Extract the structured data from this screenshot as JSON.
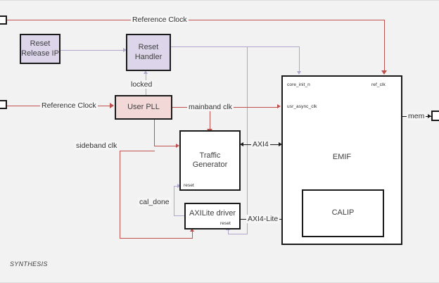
{
  "diagram": {
    "title": "SYNTHESIS",
    "footnote": "SYNTHESIS",
    "colors": {
      "canvas": "#f2f2f2",
      "clock_wire": "#c0504d",
      "reset_wire": "#b3a6cd",
      "bus_wire": "#1a1a1a",
      "block_purple": "#ddd6ea",
      "block_pink": "#f2d9d7",
      "block_white": "#ffffff",
      "block_border": "#1a1a1a"
    },
    "blocks": [
      {
        "id": "reset_release_ip",
        "label": "Reset\nRelease IP",
        "line1": "Reset",
        "line2": "Release IP",
        "fill": "purple"
      },
      {
        "id": "reset_handler",
        "label": "Reset\nHandler",
        "line1": "Reset",
        "line2": "Handler",
        "fill": "purple"
      },
      {
        "id": "user_pll",
        "label": "User PLL",
        "line1": "User PLL",
        "line2": "",
        "fill": "pink"
      },
      {
        "id": "traffic_generator",
        "label": "Traffic\nGenerator",
        "line1": "Traffic",
        "line2": "Generator",
        "fill": "white"
      },
      {
        "id": "axilite_driver",
        "label": "AXILite driver",
        "line1": "AXILite driver",
        "line2": "",
        "fill": "white"
      },
      {
        "id": "emif",
        "label": "EMIF",
        "line1": "EMIF",
        "line2": "",
        "fill": "white"
      },
      {
        "id": "calip",
        "label": "CALIP",
        "line1": "CALIP",
        "line2": "",
        "fill": "white"
      }
    ],
    "wire_labels": {
      "reference_clock_top": "Reference Clock",
      "reference_clock_pll": "Reference Clock",
      "locked": "locked",
      "mainband_clk": "mainband clk",
      "sideband_clk": "sideband clk",
      "cal_done": "cal_done",
      "axi4": "AXI4",
      "axi4_lite": "AXI4-Lite",
      "mem": "mem"
    },
    "port_labels": {
      "emif_core_init_n": "core_init_n",
      "emif_ref_clk": "ref_clk",
      "emif_usr_async_clk": "usr_async_clk",
      "traffic_generator_reset": "reset",
      "axilite_driver_reset": "reset"
    }
  }
}
